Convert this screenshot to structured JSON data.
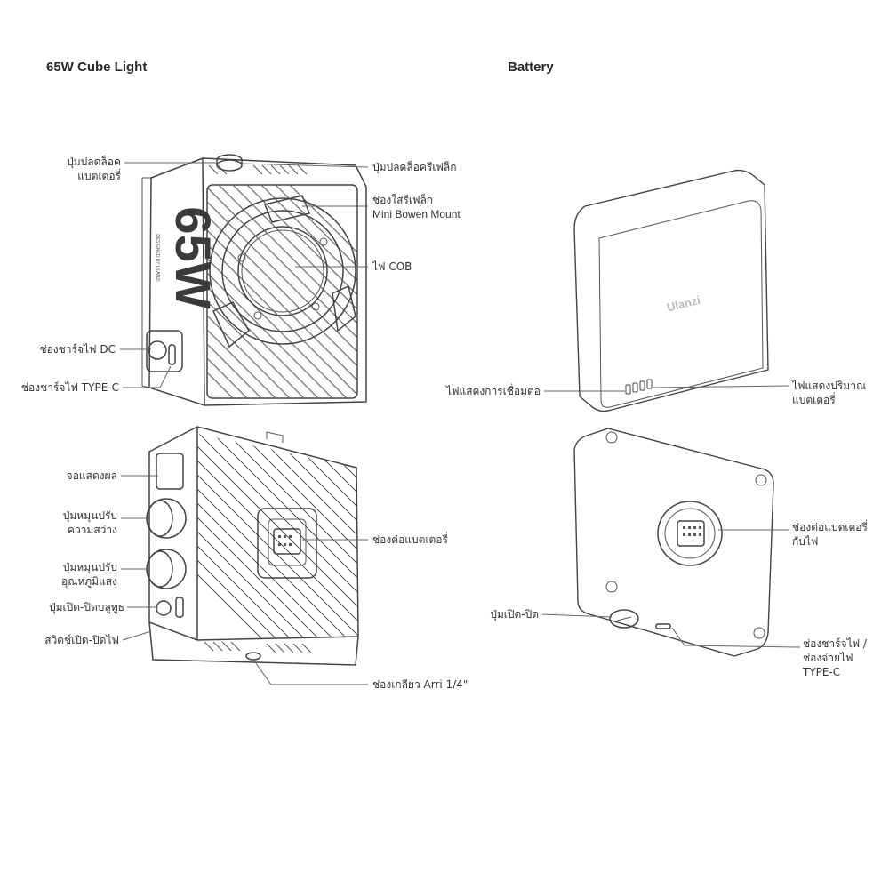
{
  "titles": {
    "cube": "65W Cube Light",
    "battery": "Battery"
  },
  "device_marks": {
    "big_text": "65W",
    "side_text": "DESIGNED BY ULANZI",
    "battery_logo": "Ulanzi"
  },
  "cube_front_labels": {
    "battery_release": [
      "ปุ่มปลดล็อค",
      "แบตเตอรี่"
    ],
    "light_release": "ปุ่มปลดล็อครีเฟล็ก",
    "mount_slot": "ช่องใส่รีเฟล็ก",
    "mount_name": "Mini Bowen Mount",
    "cob": "ไฟ COB",
    "dc_port": "ช่องชาร์จไฟ DC",
    "typec_port": "ช่องชาร์จไฟ TYPE-C"
  },
  "cube_back_labels": {
    "display": "จอแสดงผล",
    "brightness_knob": [
      "ปุ่มหมุนปรับ",
      "ความสว่าง"
    ],
    "temp_knob": [
      "ปุ่มหมุนปรับ",
      "อุณหภูมิแสง"
    ],
    "bluetooth_button": "ปุ่มเปิด-ปิดบลูทูธ",
    "power_switch": "สวิตช์เปิด-ปิดไฟ",
    "battery_connector": "ช่องต่อแบตเตอรี่",
    "arri_thread": "ช่องเกลียว Arri 1/4\""
  },
  "battery_labels": {
    "connection_light": "ไฟแสดงการเชื่อมต่อ",
    "level_light": [
      "ไฟแสดงปริมาณ",
      "แบตเตอรี่"
    ],
    "light_connector": [
      "ช่องต่อแบตเตอรี่",
      "กับไฟ"
    ],
    "power_button": "ปุ่มเปิด-ปิด",
    "typec_port": [
      "ช่องชาร์จไฟ /",
      "ช่องจ่ายไฟ",
      "TYPE-C"
    ]
  }
}
